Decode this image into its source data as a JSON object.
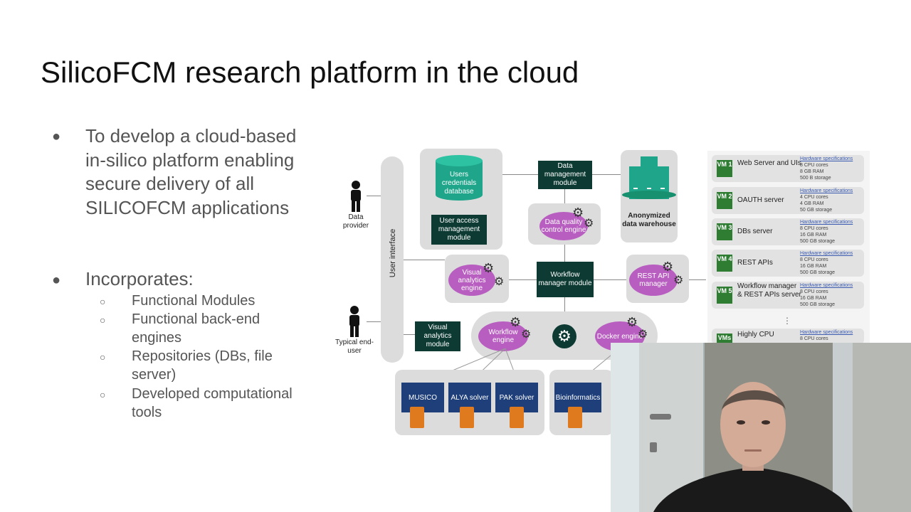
{
  "slide": {
    "title": "SilicoFCM research platform in the cloud",
    "bullets": [
      {
        "text": "To develop a cloud-based in-silico platform enabling secure delivery of all SILICOFCM applications"
      },
      {
        "text": "Incorporates:"
      }
    ],
    "sub_bullets": [
      "Functional Modules",
      "Functional back-end engines",
      "Repositories (DBs, file server)",
      "Developed computational tools"
    ]
  },
  "diagram": {
    "data_provider": "Data provider",
    "typical_end_user": "Typical end-user",
    "user_interface": "User interface",
    "users_db": "Users credentials database",
    "user_access": "User access management module",
    "data_mgmt": "Data management module",
    "dq_engine": "Data quality control engine",
    "warehouse": "Anonymized data warehouse",
    "visual_engine": "Visual analytics engine",
    "workflow_mgr": "Workflow manager module",
    "rest_mgr": "REST API manager",
    "visual_module": "Visual analytics module",
    "workflow_engine": "Workflow engine",
    "docker_engine": "Docker engine",
    "repos": [
      "MUSICO",
      "ALYA solver",
      "PAK solver",
      "Bioinformatics"
    ],
    "vms": [
      {
        "badge": "VM 1",
        "name": "Web Server and UIs",
        "hw_title": "Hardware specifications",
        "hw": [
          "8 CPU cores",
          "8 GB RAM",
          "500 B storage"
        ]
      },
      {
        "badge": "VM 2",
        "name": "OAUTH server",
        "hw_title": "Hardware specifications",
        "hw": [
          "4 CPU cores",
          "4 GB RAM",
          "50 GB storage"
        ]
      },
      {
        "badge": "VM 3",
        "name": "DBs server",
        "hw_title": "Hardware specifications",
        "hw": [
          "8 CPU cores",
          "16 GB RAM",
          "500 GB storage"
        ]
      },
      {
        "badge": "VM 4",
        "name": "REST APIs",
        "hw_title": "Hardware specifications",
        "hw": [
          "8 CPU cores",
          "16 GB RAM",
          "500 GB storage"
        ]
      },
      {
        "badge": "VM 5",
        "name": "Workflow manager & REST APIs server",
        "hw_title": "Hardware specifications",
        "hw": [
          "8 CPU cores",
          "16 GB RAM",
          "500 GB storage"
        ]
      },
      {
        "badge": "VMs",
        "name": "Highly CPU",
        "hw_title": "Hardware specifications",
        "hw": [
          "8 CPU cores"
        ]
      }
    ],
    "ellipsis": "⋮"
  }
}
